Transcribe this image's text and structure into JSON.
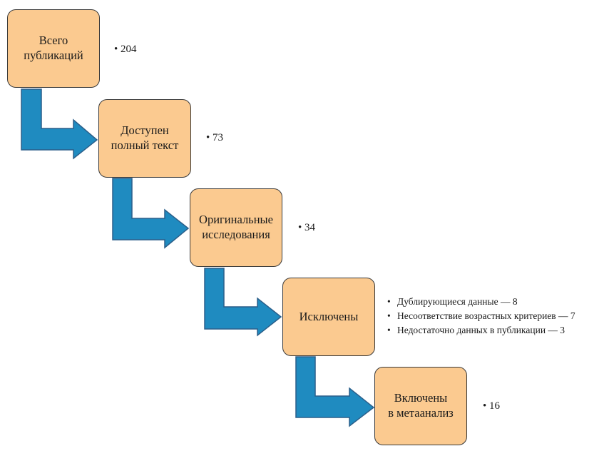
{
  "colors": {
    "box_fill": "#fbca90",
    "box_border": "#3a3a3a",
    "arrow_fill": "#1f8bc0",
    "arrow_stroke": "#2b5f8a"
  },
  "steps": [
    {
      "label": "Всего\nпубликаций",
      "note": "• 204"
    },
    {
      "label": "Доступен\nполный текст",
      "note": "• 73"
    },
    {
      "label": "Оригинальные\nисследования",
      "note": "• 34"
    },
    {
      "label": "Исключены",
      "notes": [
        "Дублирующиеся данные — 8",
        "Несоответствие возрастных критериев — 7",
        "Недостаточно данных в публикации — 3"
      ]
    },
    {
      "label": "Включены\nв метаанализ",
      "note": "• 16"
    }
  ]
}
